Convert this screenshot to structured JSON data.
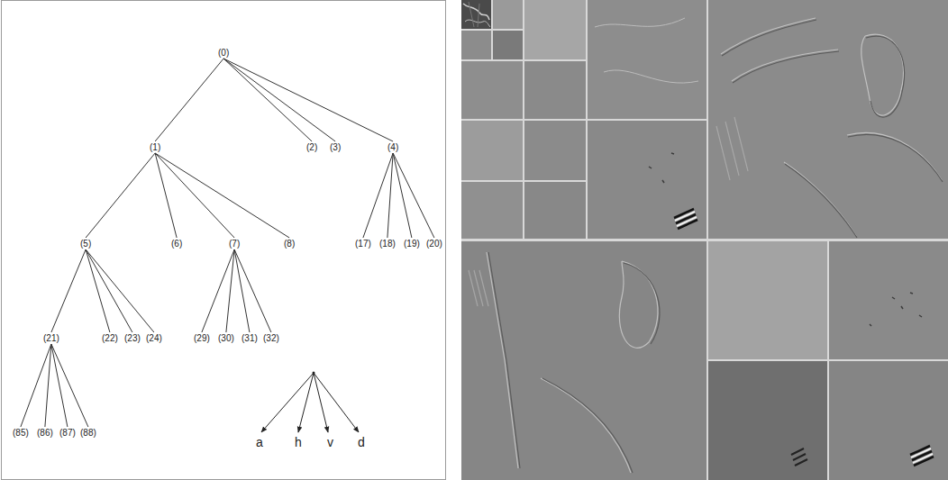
{
  "diagram": {
    "nodes": [
      {
        "text": [
          "(0)"
        ]
      },
      {
        "text": [
          "(1)"
        ]
      },
      {
        "text": [
          "(2)"
        ]
      },
      {
        "text": [
          "(3)"
        ]
      },
      {
        "text": [
          "(4)"
        ]
      },
      {
        "text": [
          "(5)"
        ]
      },
      {
        "text": [
          "(6)"
        ]
      },
      {
        "text": [
          "(7)"
        ]
      },
      {
        "text": [
          "(8)"
        ]
      },
      {
        "text": [
          "(17)"
        ]
      },
      {
        "text": [
          "(18)"
        ]
      },
      {
        "text": [
          "(19)"
        ]
      },
      {
        "text": [
          "(20)"
        ]
      },
      {
        "text": [
          "(21)"
        ]
      },
      {
        "text": [
          "(22)"
        ]
      },
      {
        "text": [
          "(23)"
        ]
      },
      {
        "text": [
          "(24)"
        ]
      },
      {
        "text": [
          "(29)"
        ]
      },
      {
        "text": [
          "(30)"
        ]
      },
      {
        "text": [
          "(31)"
        ]
      },
      {
        "text": [
          "(32)"
        ]
      },
      {
        "text": [
          "(85)"
        ]
      },
      {
        "text": [
          "(86)"
        ]
      },
      {
        "text": [
          "(87)"
        ]
      },
      {
        "text": [
          "(88)"
        ]
      }
    ],
    "edges": [
      {
        "from": 0,
        "to": 1,
        "arrow": "none"
      },
      {
        "from": 0,
        "to": 2,
        "arrow": "none"
      },
      {
        "from": 0,
        "to": 3,
        "arrow": "none"
      },
      {
        "from": 0,
        "to": 4,
        "arrow": "none"
      },
      {
        "from": 1,
        "to": 5,
        "arrow": "none"
      },
      {
        "from": 1,
        "to": 6,
        "arrow": "none"
      },
      {
        "from": 1,
        "to": 7,
        "arrow": "none"
      },
      {
        "from": 1,
        "to": 8,
        "arrow": "none"
      },
      {
        "from": 4,
        "to": 9,
        "arrow": "none"
      },
      {
        "from": 4,
        "to": 10,
        "arrow": "none"
      },
      {
        "from": 4,
        "to": 11,
        "arrow": "none"
      },
      {
        "from": 4,
        "to": 12,
        "arrow": "none"
      },
      {
        "from": 5,
        "to": 13,
        "arrow": "none"
      },
      {
        "from": 5,
        "to": 14,
        "arrow": "none"
      },
      {
        "from": 5,
        "to": 15,
        "arrow": "none"
      },
      {
        "from": 5,
        "to": 16,
        "arrow": "none"
      },
      {
        "from": 7,
        "to": 17,
        "arrow": "none"
      },
      {
        "from": 7,
        "to": 18,
        "arrow": "none"
      },
      {
        "from": 7,
        "to": 19,
        "arrow": "none"
      },
      {
        "from": 7,
        "to": 20,
        "arrow": "none"
      },
      {
        "from": 13,
        "to": 21,
        "arrow": "none"
      },
      {
        "from": 13,
        "to": 22,
        "arrow": "none"
      },
      {
        "from": 13,
        "to": 23,
        "arrow": "none"
      },
      {
        "from": 13,
        "to": 24,
        "arrow": "none"
      }
    ],
    "labels": [
      "a",
      "h",
      "v",
      "d"
    ]
  }
}
